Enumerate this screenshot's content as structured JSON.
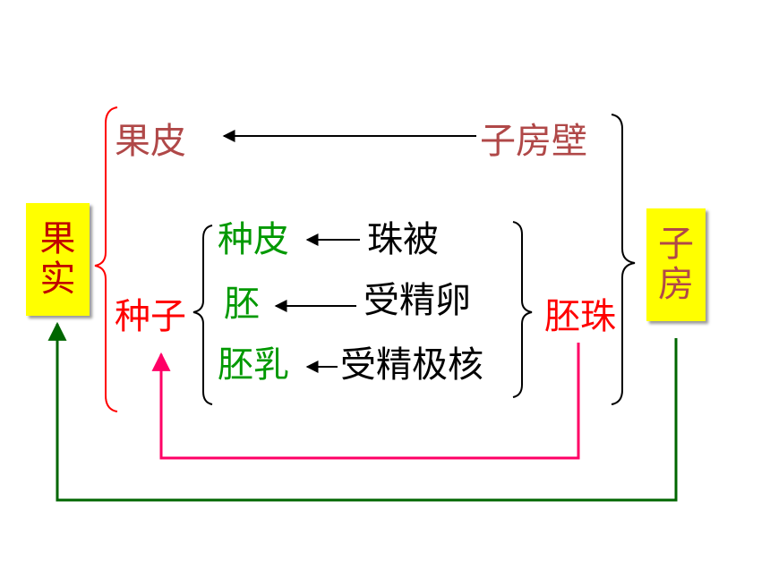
{
  "fruit_box": {
    "line1": "果",
    "line2": "实"
  },
  "ovary_box": {
    "line1": "子",
    "line2": "房"
  },
  "pericarp": "果皮",
  "ovary_wall": "子房壁",
  "seed": "种子",
  "ovule": "胚珠",
  "seed_coat": "种皮",
  "integument": "珠被",
  "embryo": "胚",
  "fertilized_egg": "受精卵",
  "endosperm": "胚乳",
  "fertilized_polar_nucleus": "受精极核",
  "colors": {
    "box_fill": "#ffff00",
    "fruit_text": "#c00000",
    "outer_text": "#b04848",
    "seed_text": "#ff0000",
    "seed_part_text": "#009900",
    "source_text": "#000000",
    "red_bracket": "#ff0000",
    "pink_line": "#ff0066",
    "green_line": "#006600"
  }
}
